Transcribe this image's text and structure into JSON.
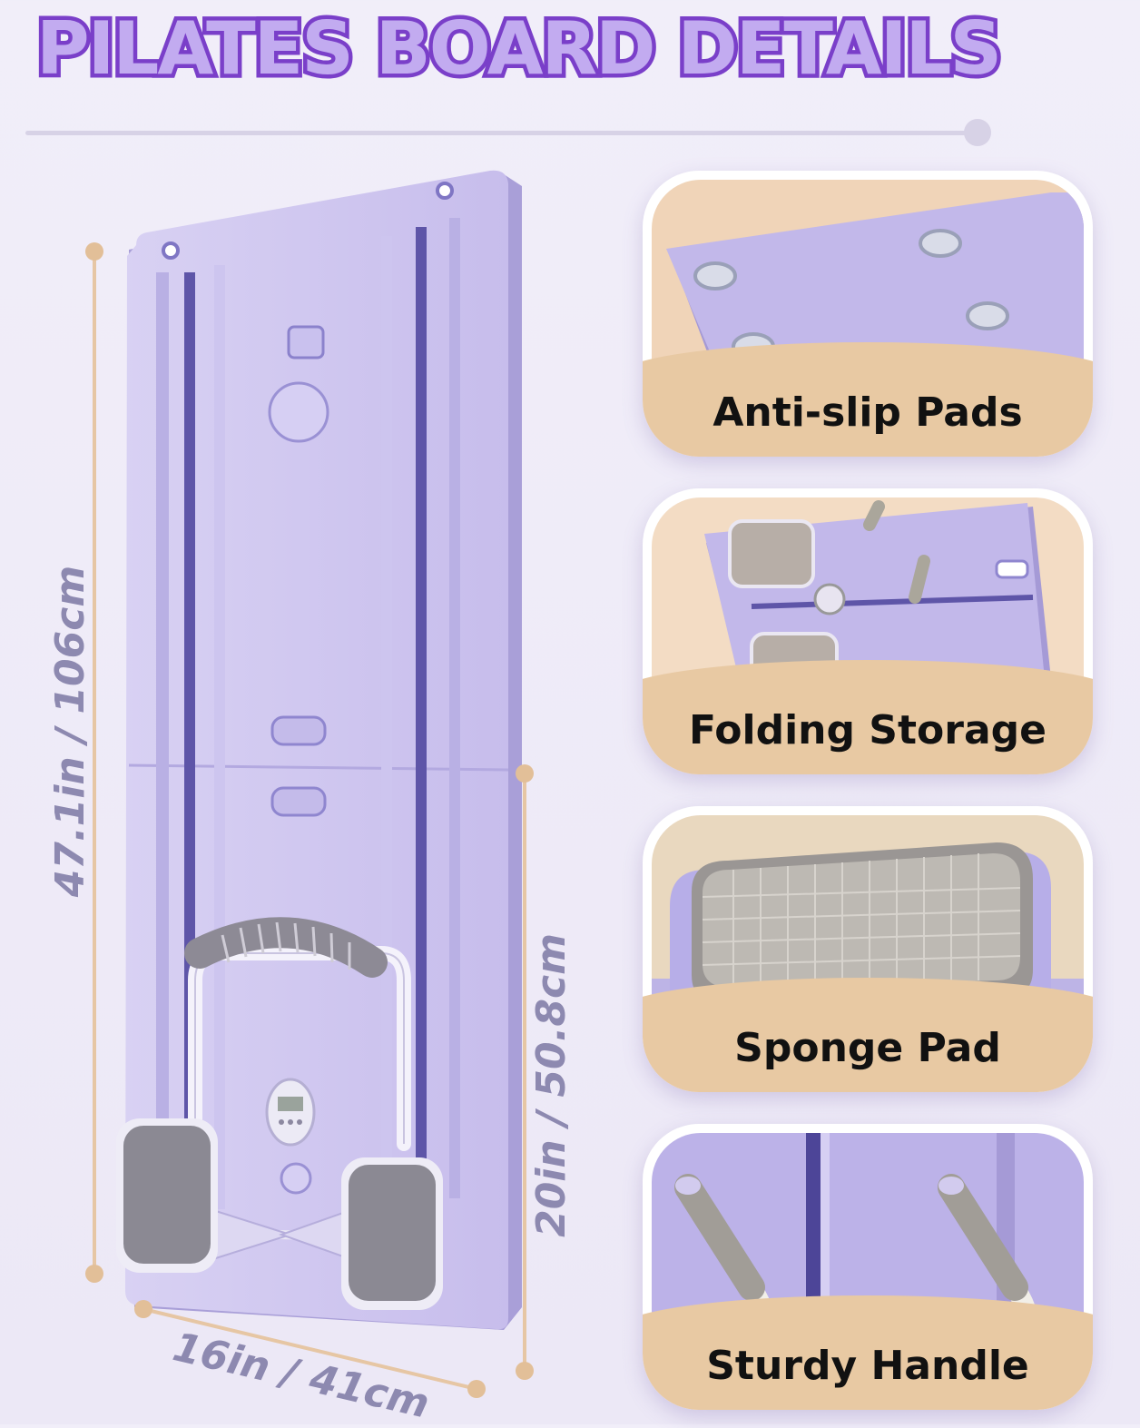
{
  "title": "PILATES BOARD DETAILS",
  "dimensions": {
    "height": "47.1in / 106cm",
    "half_height": "20in / 50.8cm",
    "width": "16in / 41cm"
  },
  "features": [
    {
      "label": "Anti-slip Pads"
    },
    {
      "label": "Folding Storage"
    },
    {
      "label": "Sponge Pad"
    },
    {
      "label": "Sturdy Handle"
    }
  ],
  "colors": {
    "title_fill": "#c2abf0",
    "title_stroke": "#7a3fc9",
    "board": "#c8c0ec",
    "label_band": "#e8c9a3",
    "dimension_text": "#8d89b0"
  }
}
